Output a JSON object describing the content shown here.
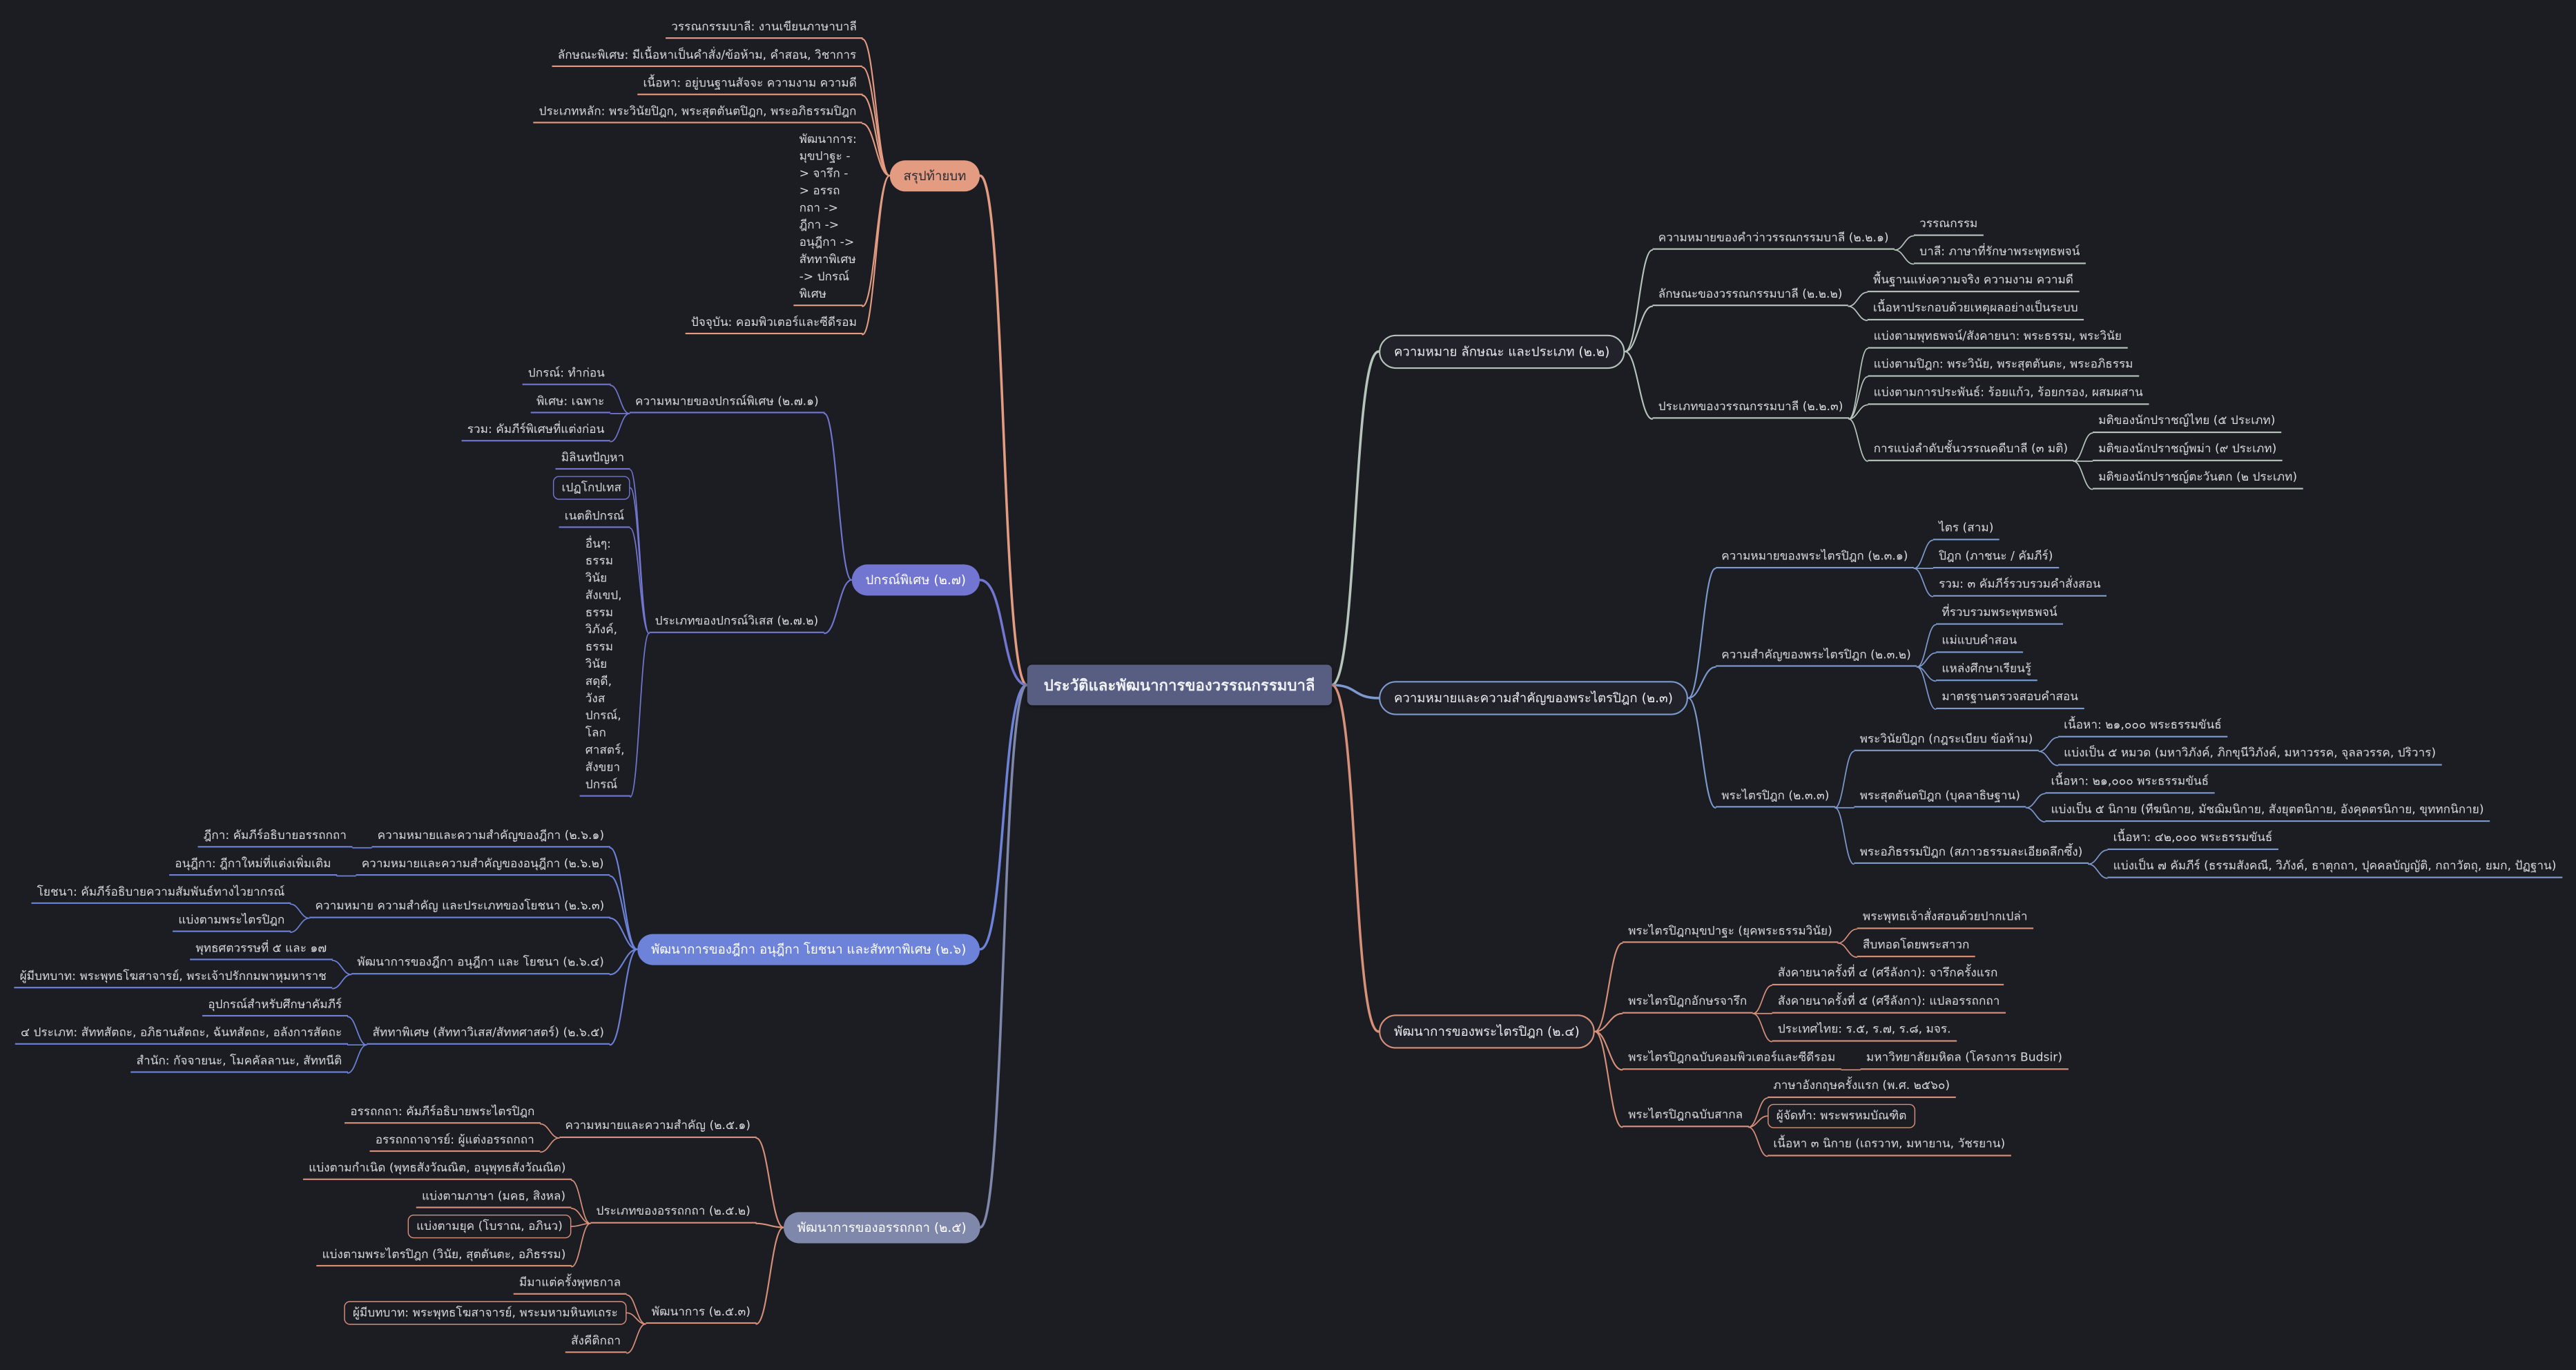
{
  "palette": {
    "background": "#1c1d22",
    "node_bg": "#21222a",
    "leaf_text": "#d6d8dd",
    "root_fill": "#575e82",
    "root_text": "#f2f3f7"
  },
  "root": {
    "text": "ประวัติและพัฒนาการของวรรณกรรมบาลี",
    "left": [
      {
        "text": "สรุปท้ายบท",
        "style": "fill",
        "color": "#e39b82",
        "text_color": "#2b2b33",
        "children": [
          {
            "text": "วรรณกรรมบาลี: งานเขียนภาษาบาลี"
          },
          {
            "text": "ลักษณะพิเศษ: มีเนื้อหาเป็นคำสั่ง/ข้อห้าม, คำสอน, วิชาการ"
          },
          {
            "text": "เนื้อหา: อยู่บนฐานสัจจะ ความงาม ความดี"
          },
          {
            "text": "ประเภทหลัก: พระวินัยปิฎก, พระสุตตันตปิฎก, พระอภิธรรมปิฎก"
          },
          {
            "text": "พัฒนาการ: มุขปาฐะ -> จารึก -> อรรถกถา -> ฎีกา -> อนุฎีกา -> สัททาพิเศษ -> ปกรณ์พิเศษ",
            "wrap": 690
          },
          {
            "text": "ปัจจุบัน: คอมพิวเตอร์และซีดีรอม"
          }
        ]
      },
      {
        "text": "ปกรณ์พิเศษ (๒.๗)",
        "style": "fill",
        "color": "#7276d1",
        "children": [
          {
            "text": "ความหมายของปกรณ์พิเศษ (๒.๗.๑)",
            "children": [
              {
                "text": "ปกรณ์: ทำก่อน"
              },
              {
                "text": "พิเศษ: เฉพาะ"
              },
              {
                "text": "รวม: คัมภีร์พิเศษที่แต่งก่อน"
              }
            ]
          },
          {
            "text": "ประเภทของปกรณ์วิเสส (๒.๗.๒)",
            "children": [
              {
                "text": "มิลินทปัญหา"
              },
              {
                "text": "เปฏโกปเทส",
                "boxed": true
              },
              {
                "text": "เนตติปกรณ์"
              },
              {
                "text": "อื่นๆ: ธรรมวินัยสังเขป, ธรรมวิภังค์, ธรรมวินัยสดุดี, วังสปกรณ์, โลกศาสตร์, สังขยาปกรณ์",
                "wrap": 660
              }
            ]
          }
        ]
      },
      {
        "text": "พัฒนาการของฎีกา อนุฎีกา โยชนา และสัททาพิเศษ (๒.๖)",
        "style": "fill",
        "color": "#6d83da",
        "children": [
          {
            "text": "ความหมายและความสำคัญของฎีกา (๒.๖.๑)",
            "children": [
              {
                "text": "ฎีกา: คัมภีร์อธิบายอรรถกถา"
              }
            ]
          },
          {
            "text": "ความหมายและความสำคัญของอนุฎีกา (๒.๖.๒)",
            "children": [
              {
                "text": "อนุฎีกา: ฎีกาใหม่ที่แต่งเพิ่มเติม"
              }
            ]
          },
          {
            "text": "ความหมาย ความสำคัญ และประเภทของโยชนา (๒.๖.๓)",
            "children": [
              {
                "text": "โยชนา: คัมภีร์อธิบายความสัมพันธ์ทางไวยากรณ์"
              },
              {
                "text": "แบ่งตามพระไตรปิฎก"
              }
            ]
          },
          {
            "text": "พัฒนาการของฎีกา อนุฎีกา และ โยชนา (๒.๖.๔)",
            "children": [
              {
                "text": "พุทธศตวรรษที่ ๕ และ ๑๗"
              },
              {
                "text": "ผู้มีบทบาท: พระพุทธโฆสาจารย์, พระเจ้าปรักกมพาหุมหาราช"
              }
            ]
          },
          {
            "text": "สัททาพิเศษ (สัททาวิเสส/สัททศาสตร์) (๒.๖.๕)",
            "children": [
              {
                "text": "อุปกรณ์สำหรับศึกษาคัมภีร์"
              },
              {
                "text": "๔ ประเภท: สัททสัตถะ, อภิธานสัตถะ, ฉันทสัตถะ, อลังการสัตถะ"
              },
              {
                "text": "สำนัก: กัจจายนะ, โมคคัลลานะ, สัททนีติ"
              }
            ]
          }
        ]
      },
      {
        "text": "พัฒนาการของอรรถกถา (๒.๕)",
        "style": "fill",
        "color": "#7f88ab",
        "line_color": "#d8907b",
        "children": [
          {
            "text": "ความหมายและความสำคัญ (๒.๕.๑)",
            "children": [
              {
                "text": "อรรถกถา: คัมภีร์อธิบายพระไตรปิฎก"
              },
              {
                "text": "อรรถกถาจารย์: ผู้แต่งอรรถกถา"
              }
            ]
          },
          {
            "text": "ประเภทของอรรถกถา (๒.๕.๒)",
            "children": [
              {
                "text": "แบ่งตามกำเนิด (พุทธสังวัณณิต, อนุพุทธสังวัณณิต)"
              },
              {
                "text": "แบ่งตามภาษา (มคธ, สิงหล)"
              },
              {
                "text": "แบ่งตามยุค (โบราณ, อภินว)",
                "boxed": true
              },
              {
                "text": "แบ่งตามพระไตรปิฎก (วินัย, สุตตันตะ, อภิธรรม)"
              }
            ]
          },
          {
            "text": "พัฒนาการ (๒.๕.๓)",
            "children": [
              {
                "text": "มีมาแต่ครั้งพุทธกาล"
              },
              {
                "text": "ผู้มีบทบาท: พระพุทธโฆสาจารย์, พระมหามหินทเถระ",
                "boxed": true
              },
              {
                "text": "สังคีติกถา"
              }
            ]
          }
        ]
      }
    ],
    "right": [
      {
        "text": "ความหมาย ลักษณะ และประเภท (๒.๒)",
        "style": "outline",
        "color": "#b7c4bb",
        "children": [
          {
            "text": "ความหมายของคำว่าวรรณกรรมบาลี (๒.๒.๑)",
            "children": [
              {
                "text": "วรรณกรรม"
              },
              {
                "text": "บาลี: ภาษาที่รักษาพระพุทธพจน์"
              }
            ]
          },
          {
            "text": "ลักษณะของวรรณกรรมบาลี (๒.๒.๒)",
            "children": [
              {
                "text": "พื้นฐานแห่งความจริง ความงาม ความดี"
              },
              {
                "text": "เนื้อหาประกอบด้วยเหตุผลอย่างเป็นระบบ"
              }
            ]
          },
          {
            "text": "ประเภทของวรรณกรรมบาลี (๒.๒.๓)",
            "children": [
              {
                "text": "แบ่งตามพุทธพจน์/สังคายนา: พระธรรม, พระวินัย"
              },
              {
                "text": "แบ่งตามปิฎก: พระวินัย, พระสุตตันตะ, พระอภิธรรม"
              },
              {
                "text": "แบ่งตามการประพันธ์: ร้อยแก้ว, ร้อยกรอง, ผสมผสาน"
              },
              {
                "text": "การแบ่งลำดับชั้นวรรณคดีบาลี (๓ มติ)",
                "children": [
                  {
                    "text": "มติของนักปราชญ์ไทย (๕ ประเภท)"
                  },
                  {
                    "text": "มติของนักปราชญ์พม่า (๙ ประเภท)"
                  },
                  {
                    "text": "มติของนักปราชญ์ตะวันตก (๒ ประเภท)"
                  }
                ]
              }
            ]
          }
        ]
      },
      {
        "text": "ความหมายและความสำคัญของพระไตรปิฎก (๒.๓)",
        "style": "outline",
        "color": "#7d9ace",
        "children": [
          {
            "text": "ความหมายของพระไตรปิฎก (๒.๓.๑)",
            "children": [
              {
                "text": "ไตร (สาม)"
              },
              {
                "text": "ปิฎก (ภาชนะ / คัมภีร์)"
              },
              {
                "text": "รวม: ๓ คัมภีร์รวบรวมคำสั่งสอน"
              }
            ]
          },
          {
            "text": "ความสำคัญของพระไตรปิฎก (๒.๓.๒)",
            "children": [
              {
                "text": "ที่รวบรวมพระพุทธพจน์"
              },
              {
                "text": "แม่แบบคำสอน"
              },
              {
                "text": "แหล่งศึกษาเรียนรู้"
              },
              {
                "text": "มาตรฐานตรวจสอบคำสอน"
              }
            ]
          },
          {
            "text": "พระไตรปิฎก (๒.๓.๓)",
            "children": [
              {
                "text": "พระวินัยปิฎก (กฎระเบียบ ข้อห้าม)",
                "children": [
                  {
                    "text": "เนื้อหา: ๒๑,๐๐๐ พระธรรมขันธ์"
                  },
                  {
                    "text": "แบ่งเป็น ๕ หมวด (มหาวิภังค์, ภิกขุนีวิภังค์, มหาวรรค, จุลลวรรค, ปริวาร)"
                  }
                ]
              },
              {
                "text": "พระสุตตันตปิฎก (บุคลาธิษฐาน)",
                "children": [
                  {
                    "text": "เนื้อหา: ๒๑,๐๐๐ พระธรรมขันธ์"
                  },
                  {
                    "text": "แบ่งเป็น ๕ นิกาย (ทีฆนิกาย, มัชฌิมนิกาย, สังยุตตนิกาย, อังคุตตรนิกาย, ขุททกนิกาย)"
                  }
                ]
              },
              {
                "text": "พระอภิธรรมปิฎก (สภาวธรรมละเอียดลึกซึ้ง)",
                "children": [
                  {
                    "text": "เนื้อหา: ๔๒,๐๐๐ พระธรรมขันธ์"
                  },
                  {
                    "text": "แบ่งเป็น ๗ คัมภีร์ (ธรรมสังคณี, วิภังค์, ธาตุกถา, ปุคคลบัญญัติ, กถาวัตถุ, ยมก, ปัฏฐาน)"
                  }
                ]
              }
            ]
          }
        ]
      },
      {
        "text": "พัฒนาการของพระไตรปิฎก (๒.๔)",
        "style": "outline",
        "color": "#d8907b",
        "children": [
          {
            "text": "พระไตรปิฎกมุขปาฐะ (ยุคพระธรรมวินัย)",
            "children": [
              {
                "text": "พระพุทธเจ้าสั่งสอนด้วยปากเปล่า"
              },
              {
                "text": "สืบทอดโดยพระสาวก"
              }
            ]
          },
          {
            "text": "พระไตรปิฎกอักษรจารึก",
            "children": [
              {
                "text": "สังคายนาครั้งที่ ๔ (ศรีลังกา): จารึกครั้งแรก"
              },
              {
                "text": "สังคายนาครั้งที่ ๕ (ศรีลังกา): แปลอรรถกถา"
              },
              {
                "text": "ประเทศไทย: ร.๕, ร.๗, ร.๘, มจร."
              }
            ]
          },
          {
            "text": "พระไตรปิฎกฉบับคอมพิวเตอร์และซีดีรอม",
            "children": [
              {
                "text": "มหาวิทยาลัยมหิดล (โครงการ Budsir)"
              }
            ]
          },
          {
            "text": "พระไตรปิฎกฉบับสากล",
            "children": [
              {
                "text": "ภาษาอังกฤษครั้งแรก (พ.ศ. ๒๕๖๐)"
              },
              {
                "text": "ผู้จัดทำ: พระพรหมบัณฑิต",
                "boxed": true
              },
              {
                "text": "เนื้อหา ๓ นิกาย (เถรวาท, มหายาน, วัชรยาน)"
              }
            ]
          }
        ]
      }
    ]
  }
}
